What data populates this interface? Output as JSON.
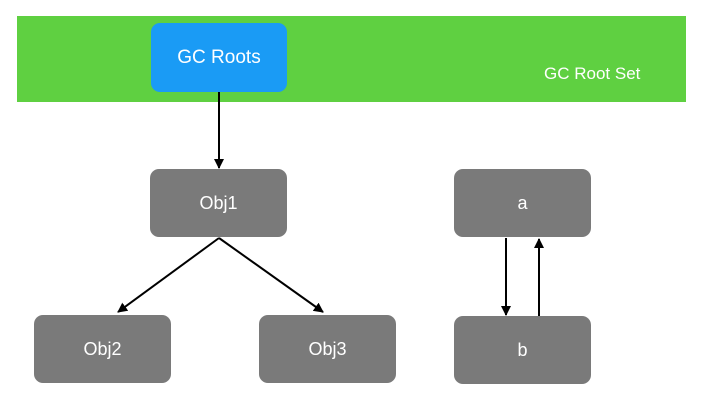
{
  "band": {
    "label": "GC Root Set"
  },
  "nodes": {
    "gc_roots": "GC Roots",
    "obj1": "Obj1",
    "obj2": "Obj2",
    "obj3": "Obj3",
    "a": "a",
    "b": "b"
  },
  "edges": [
    {
      "from": "GC Roots",
      "to": "Obj1"
    },
    {
      "from": "Obj1",
      "to": "Obj2"
    },
    {
      "from": "Obj1",
      "to": "Obj3"
    },
    {
      "from": "a",
      "to": "b"
    },
    {
      "from": "b",
      "to": "a"
    }
  ],
  "colors": {
    "band": "#5fd041",
    "gc_roots": "#1a9bf5",
    "object": "#7a7a7a",
    "edge": "#000000"
  }
}
